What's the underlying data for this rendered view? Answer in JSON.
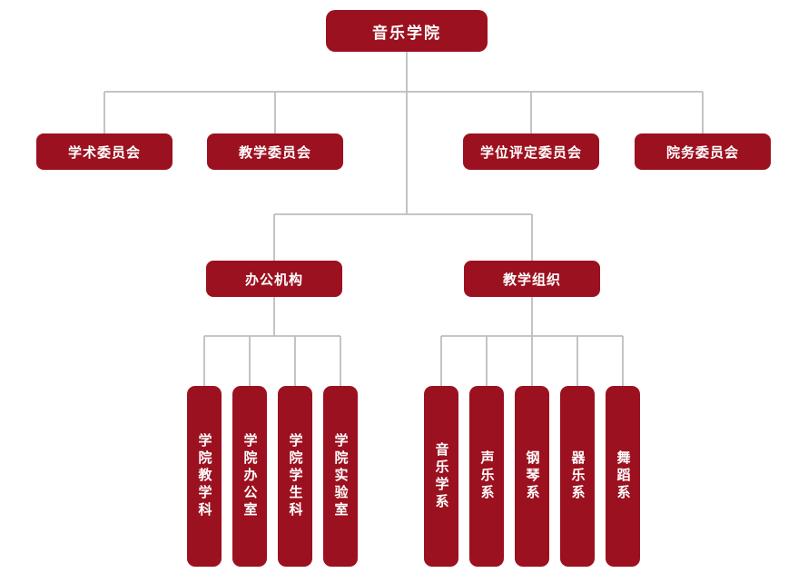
{
  "colors": {
    "page_bg": "#ffffff",
    "node_fill": "#9c111f",
    "node_text": "#ffffff",
    "connector": "#bdbdbd"
  },
  "org_chart": {
    "type": "org-tree",
    "root": {
      "label": "音乐学院"
    },
    "committees": [
      {
        "label": "学术委员会"
      },
      {
        "label": "教学委员会"
      },
      {
        "label": "学位评定委员会"
      },
      {
        "label": "院务委员会"
      }
    ],
    "branches": [
      {
        "label": "办公机构",
        "children": [
          {
            "label": "学院教学科"
          },
          {
            "label": "学院办公室"
          },
          {
            "label": "学院学生科"
          },
          {
            "label": "学院实验室"
          }
        ]
      },
      {
        "label": "教学组织",
        "children": [
          {
            "label": "音乐学系"
          },
          {
            "label": "声乐系"
          },
          {
            "label": "钢琴系"
          },
          {
            "label": "器乐系"
          },
          {
            "label": "舞蹈系"
          }
        ]
      }
    ]
  }
}
